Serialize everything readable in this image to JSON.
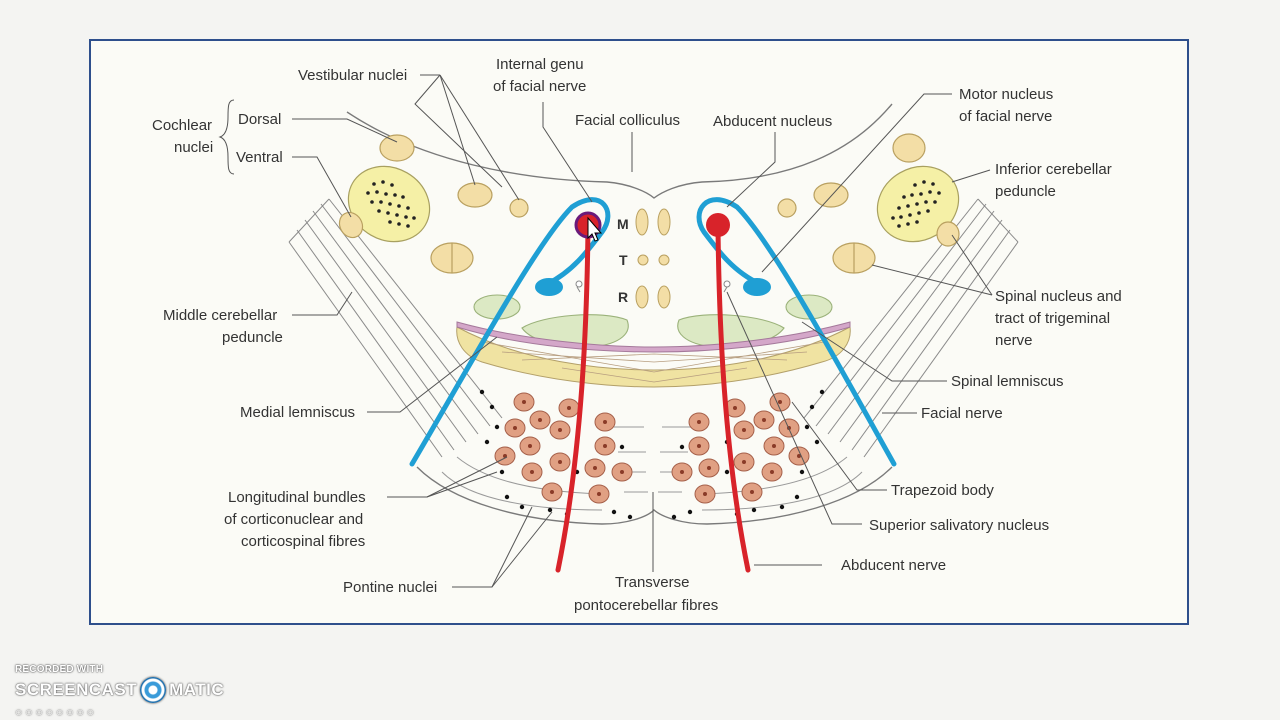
{
  "diagram": {
    "labels": {
      "vestibular_nuclei": "Vestibular nuclei",
      "internal_genu_1": "Internal genu",
      "internal_genu_2": "of facial nerve",
      "facial_colliculus": "Facial colliculus",
      "abducent_nucleus": "Abducent nucleus",
      "motor_nucleus_1": "Motor nucleus",
      "motor_nucleus_2": "of facial nerve",
      "cochlear_1": "Cochlear",
      "cochlear_2": "nuclei",
      "dorsal": "Dorsal",
      "ventral": "Ventral",
      "inferior_cerebellar_1": "Inferior cerebellar",
      "inferior_cerebellar_2": "peduncle",
      "middle_cerebellar_1": "Middle cerebellar",
      "middle_cerebellar_2": "peduncle",
      "spinal_nucleus_1": "Spinal nucleus and",
      "spinal_nucleus_2": "tract of trigeminal",
      "spinal_nucleus_3": "nerve",
      "spinal_lemniscus": "Spinal lemniscus",
      "medial_lemniscus": "Medial lemniscus",
      "facial_nerve": "Facial nerve",
      "trapezoid_body": "Trapezoid body",
      "longitudinal_1": "Longitudinal bundles",
      "longitudinal_2": "of corticonuclear and",
      "longitudinal_3": "corticospinal fibres",
      "superior_salivatory": "Superior salivatory nucleus",
      "pontine_nuclei": "Pontine nuclei",
      "transverse_1": "Transverse",
      "transverse_2": "pontocerebellar fibres",
      "abducent_nerve": "Abducent nerve",
      "lemniscus_m": "M",
      "lemniscus_t": "T",
      "lemniscus_r": "R"
    },
    "colors": {
      "nerve_blue": "#1f9fd4",
      "nerve_red": "#d8232a",
      "nucleus_tan": "#f3dea6",
      "cerebellar_yellow": "#f5f0a6",
      "lemniscus_green": "#dce9c4",
      "trapezoid_pink": "#d4a7c9",
      "bundle_brown": "#e0a083"
    }
  },
  "watermark": {
    "recorded_with": "RECORDED WITH",
    "brand_left": "SCREENCAST",
    "brand_right": "MATIC"
  }
}
